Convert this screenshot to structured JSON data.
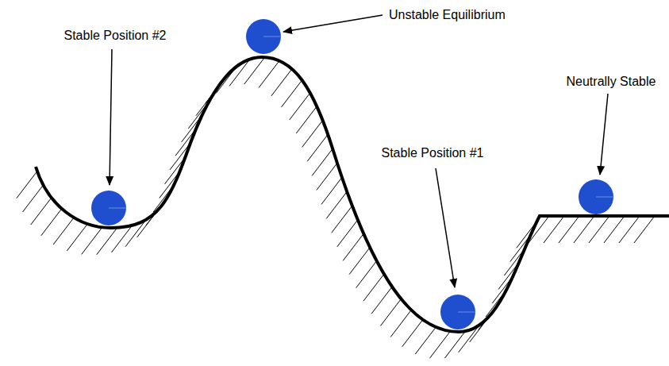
{
  "diagram": {
    "labels": [
      "Stable Position #2",
      "Unstable Equilibrium",
      "Stable Position #1",
      "Neutrally Stable"
    ]
  }
}
